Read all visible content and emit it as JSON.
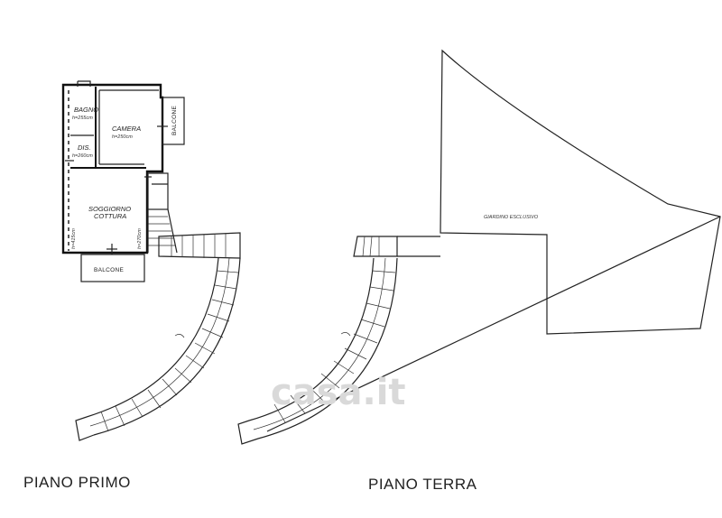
{
  "floors": {
    "first": {
      "title": "PIANO PRIMO",
      "rooms": {
        "bagno": {
          "name": "BAGNO",
          "height": "h=255cm"
        },
        "camera": {
          "name": "CAMERA",
          "height": "h=250cm"
        },
        "dis": {
          "name": "DIS.",
          "height": "h=260cm"
        },
        "soggiorno": {
          "name": "SOGGIORNO",
          "name2": "COTTURA"
        },
        "balcone_side": {
          "name": "BALCONE"
        },
        "balcone_bottom": {
          "name": "BALCONE"
        }
      },
      "wall_heights": {
        "left": "h=415cm",
        "right": "h=270cm"
      }
    },
    "ground": {
      "title": "PIANO TERRA",
      "garden": {
        "name": "GIARDINO ESCLUSIVO"
      }
    }
  },
  "watermark": {
    "text": "casa.it"
  }
}
